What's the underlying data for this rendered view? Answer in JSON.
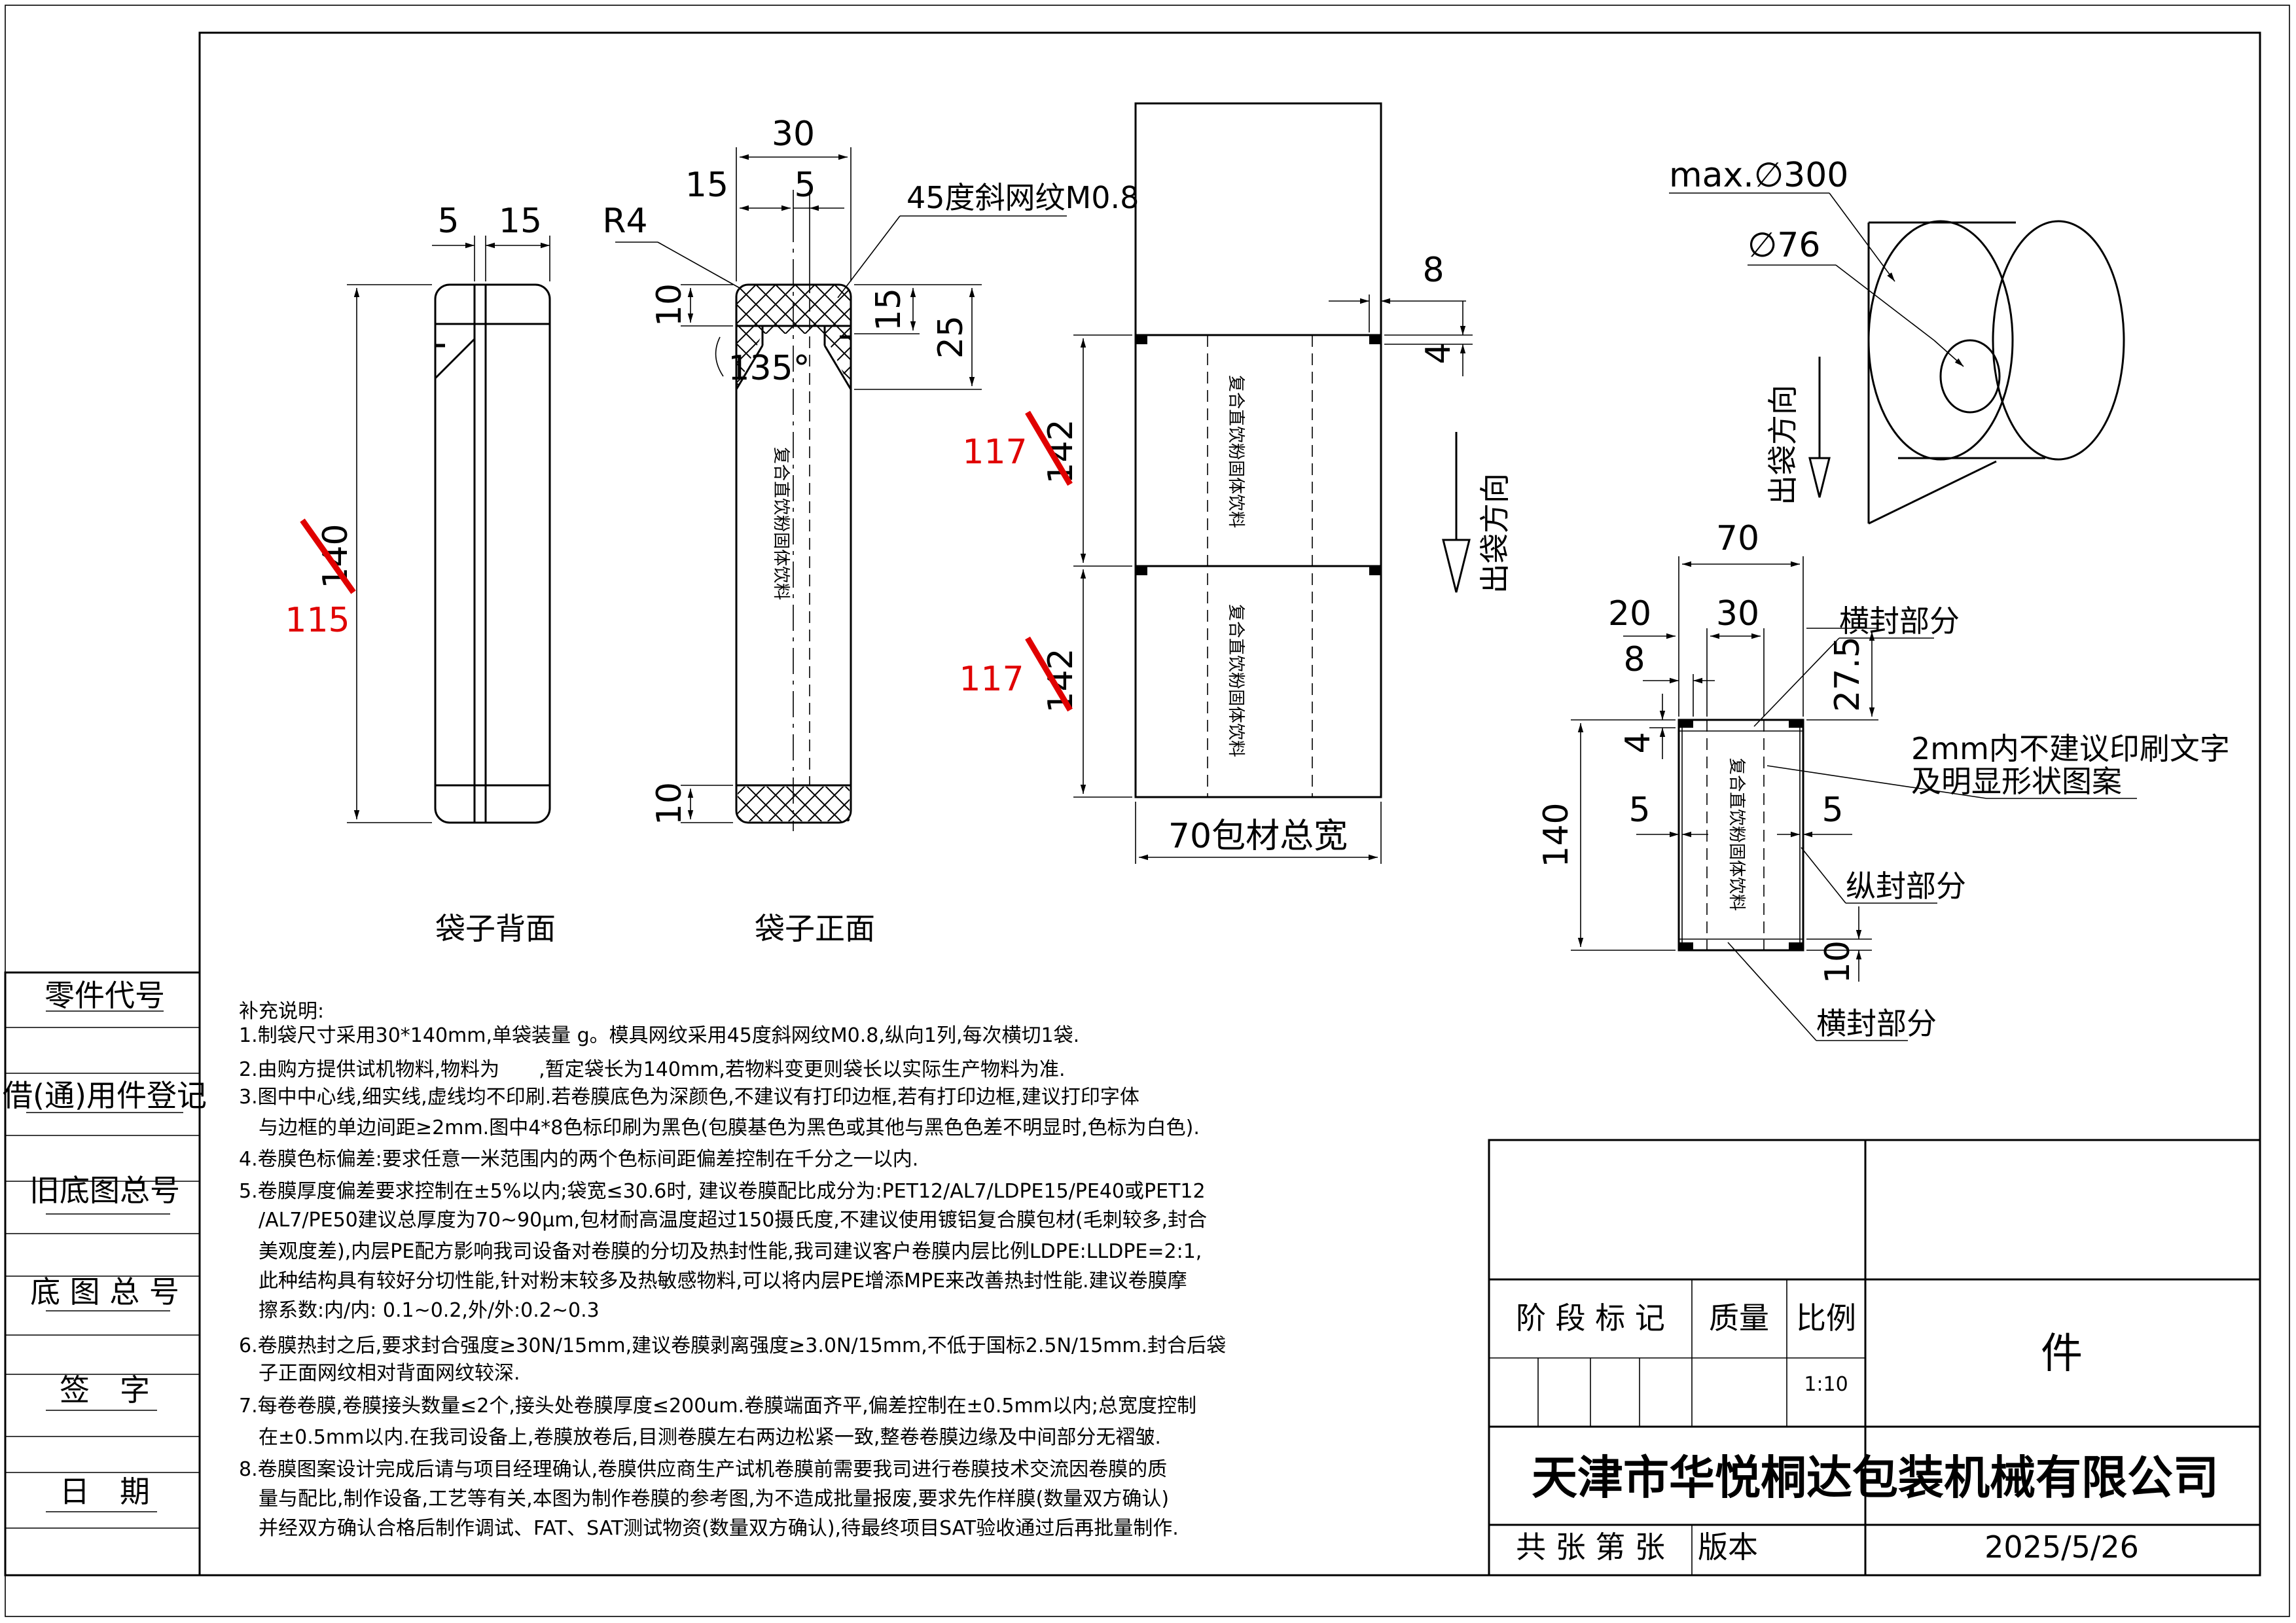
{
  "side_stamps": [
    "零件代号",
    "借(通)用件登记",
    "旧底图总号",
    "底 图 总 号",
    "签　字",
    "日　期"
  ],
  "bag_back": {
    "caption": "袋子背面",
    "dims": {
      "top_left": "5",
      "top_right": "15",
      "height_old": "140",
      "height_new": "115"
    }
  },
  "bag_front": {
    "caption": "袋子正面",
    "dims": {
      "top_total": "30",
      "top_left": "15",
      "top_mid": "5",
      "radius": "R4",
      "top_seal": "10",
      "right_a": "15",
      "right_b": "25",
      "angle": "135°",
      "bottom_seal": "10"
    },
    "pattern_note": "45度斜网纹M0.8",
    "print_text": "复合直饮粉固体饮料"
  },
  "film": {
    "dims": {
      "notch_w": "8",
      "notch_h": "4",
      "pitch_old_1": "142",
      "pitch_new_1": "117",
      "pitch_old_2": "142",
      "pitch_new_2": "117"
    },
    "print_text": "复合直饮粉固体饮料",
    "width_label": "70包材总宽",
    "direction": "出袋方向"
  },
  "roll": {
    "max_diameter": "max.∅300",
    "core_diameter": "∅76",
    "direction": "出袋方向"
  },
  "seal_detail": {
    "dims": {
      "total": "70",
      "left": "20",
      "mid": "30",
      "mark": "8",
      "right": "27.5",
      "mark_h": "4",
      "length": "140",
      "side_l": "5",
      "side_r": "5",
      "bottom": "10"
    },
    "print_text": "复合直饮粉固体饮料",
    "labels": {
      "cross_seal_top": "横封部分",
      "no_print_1": "2mm内不建议印刷文字",
      "no_print_2": "及明显形状图案",
      "long_seal": "纵封部分",
      "cross_seal_bottom": "横封部分"
    }
  },
  "notes": {
    "title": "补充说明:",
    "lines": [
      "1.制袋尺寸采用30*140mm,单袋装量 g。模具网纹采用45度斜网纹M0.8,纵向1列,每次横切1袋.",
      "2.由购方提供试机物料,物料为　　,暂定袋长为140mm,若物料变更则袋长以实际生产物料为准.",
      "3.图中中心线,细实线,虚线均不印刷.若卷膜底色为深颜色,不建议有打印边框,若有打印边框,建议打印字体",
      "　与边框的单边间距≥2mm.图中4*8色标印刷为黑色(包膜基色为黑色或其他与黑色色差不明显时,色标为白色).",
      "4.卷膜色标偏差:要求任意一米范围内的两个色标间距偏差控制在千分之一以内.",
      "5.卷膜厚度偏差要求控制在±5%以内;袋宽≤30.6时, 建议卷膜配比成分为:PET12/AL7/LDPE15/PE40或PET12",
      "　/AL7/PE50建议总厚度为70~90μm,包材耐高温度超过150摄氏度,不建议使用镀铝复合膜包材(毛刺较多,封合",
      "　美观度差),内层PE配方影响我司设备对卷膜的分切及热封性能,我司建议客户卷膜内层比例LDPE:LLDPE=2:1,",
      "　此种结构具有较好分切性能,针对粉末较多及热敏感物料,可以将内层PE增添MPE来改善热封性能.建议卷膜摩",
      "　擦系数:内/内: 0.1~0.2,外/外:0.2~0.3",
      "6.卷膜热封之后,要求封合强度≥30N/15mm,建议卷膜剥离强度≥3.0N/15mm,不低于国标2.5N/15mm.封合后袋",
      "　子正面网纹相对背面网纹较深.",
      "7.每卷卷膜,卷膜接头数量≤2个,接头处卷膜厚度≤200um.卷膜端面齐平,偏差控制在±0.5mm以内;总宽度控制",
      "　在±0.5mm以内.在我司设备上,卷膜放卷后,目测卷膜左右两边松紧一致,整卷卷膜边缘及中间部分无褶皱.",
      "8.卷膜图案设计完成后请与项目经理确认,卷膜供应商生产试机卷膜前需要我司进行卷膜技术交流因卷膜的质",
      "　量与配比,制作设备,工艺等有关,本图为制作卷膜的参考图,为不造成批量报废,要求先作样膜(数量双方确认)",
      "　并经双方确认合格后制作调试、FAT、SAT测试物资(数量双方确认),待最终项目SAT验收通过后再批量制作."
    ]
  },
  "title_block": {
    "stage_mark": "阶 段 标 记",
    "mass": "质量",
    "scale_label": "比例",
    "scale": "1:10",
    "part": "件",
    "company": "天津市华悦桐达包装机械有限公司",
    "sheets": "共 张 第 张",
    "version": "版本",
    "date": "2025/5/26"
  }
}
